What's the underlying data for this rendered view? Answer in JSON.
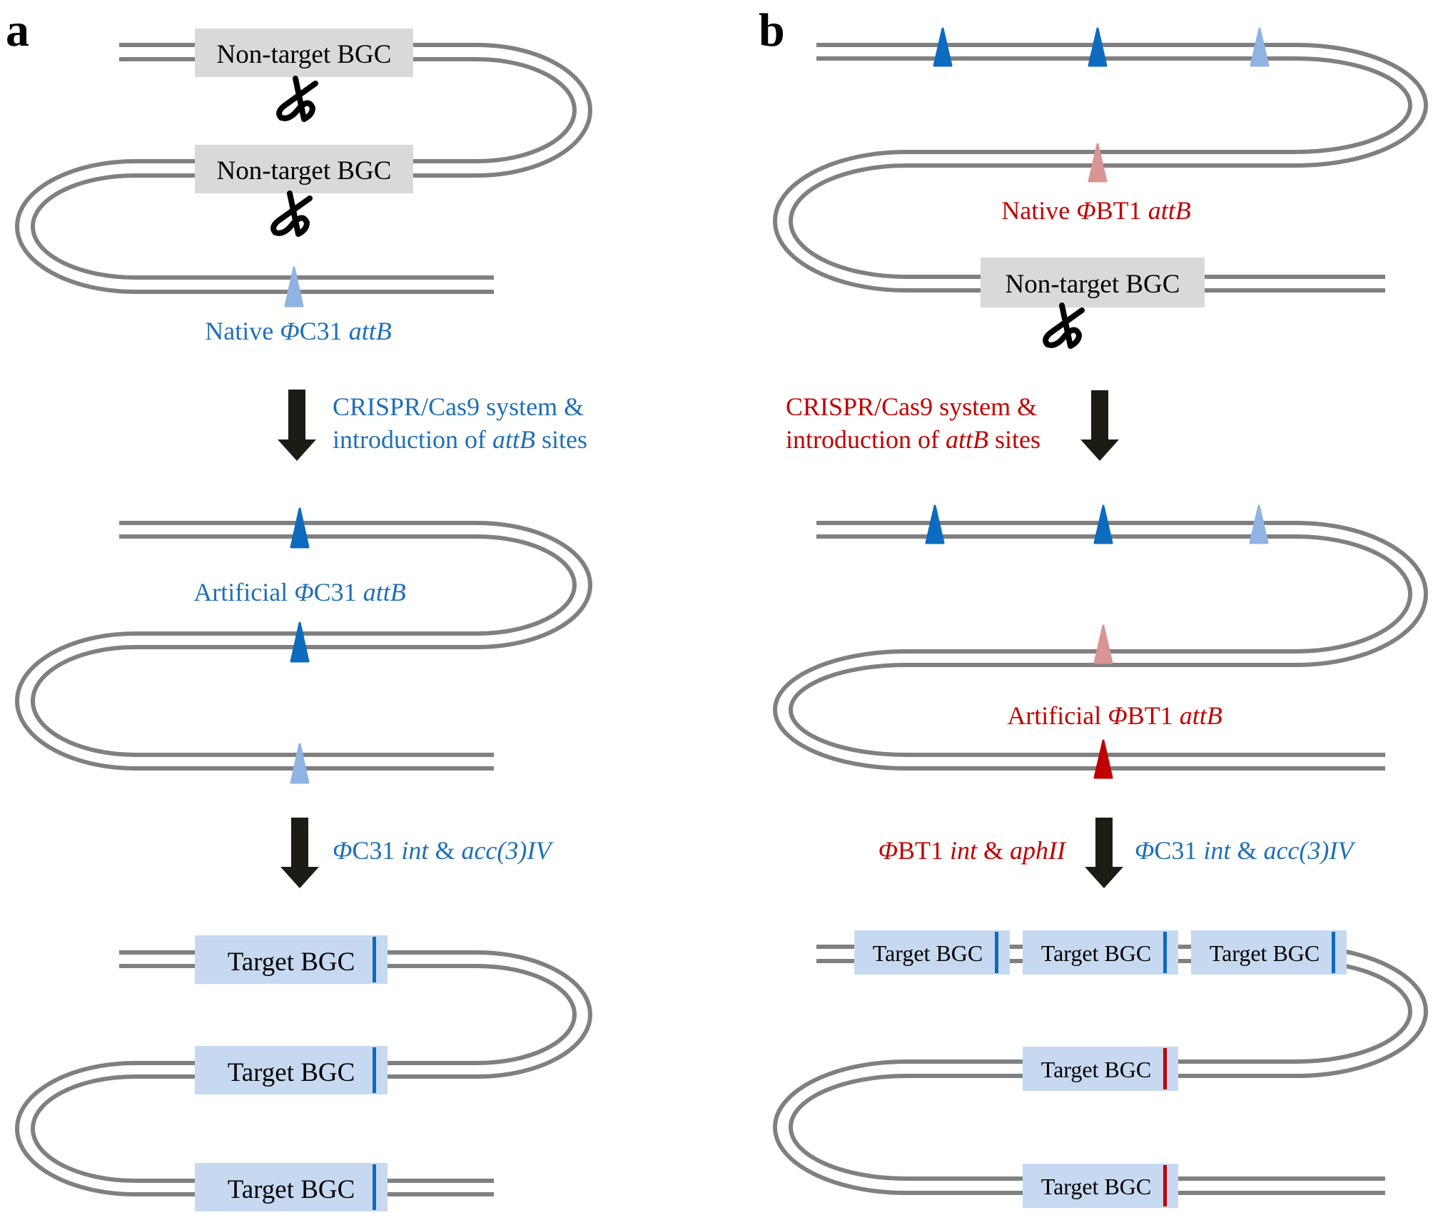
{
  "figure": {
    "panels": [
      {
        "letter": "a",
        "stage1": {
          "boxes": [
            "Non-target BGC",
            "Non-target BGC"
          ],
          "site_label": {
            "prefix": "Native ",
            "phi": "Φ",
            "phage": "C31 ",
            "site": "attB"
          }
        },
        "arrow1_note": {
          "line1": "CRISPR/Cas9 system &",
          "line2_prefix": "introduction of ",
          "line2_italic": "attB",
          "line2_suffix": " sites"
        },
        "stage2": {
          "site_label": {
            "prefix": "Artificial ",
            "phi": "Φ",
            "phage": "C31 ",
            "site": "attB"
          }
        },
        "arrow2_note": {
          "phi": "Φ",
          "phage": "C31 ",
          "gene1": "int",
          "amp": " & ",
          "gene2": "acc(3)IV"
        },
        "stage3": {
          "boxes": [
            "Target BGC",
            "Target BGC",
            "Target BGC"
          ]
        }
      },
      {
        "letter": "b",
        "stage1": {
          "boxes": [
            "Non-target BGC"
          ],
          "site_label": {
            "prefix": "Native ",
            "phi": "Φ",
            "phage": "BT1 ",
            "site": "attB"
          }
        },
        "arrow1_note": {
          "line1": "CRISPR/Cas9 system &",
          "line2_prefix": "introduction of ",
          "line2_italic": "attB",
          "line2_suffix": " sites"
        },
        "stage2": {
          "site_label": {
            "prefix": "Artificial ",
            "phi": "Φ",
            "phage": "BT1 ",
            "site": "attB"
          }
        },
        "arrow2_note_left": {
          "phi": "Φ",
          "phage": "BT1 ",
          "gene1": "int",
          "amp": " & ",
          "gene2": "aphII"
        },
        "arrow2_note_right": {
          "phi": "Φ",
          "phage": "C31 ",
          "gene1": "int",
          "amp": " & ",
          "gene2": "acc(3)IV"
        },
        "stage3": {
          "boxes": [
            "Target BGC",
            "Target BGC",
            "Target BGC",
            "Target BGC",
            "Target BGC"
          ]
        }
      }
    ],
    "colors": {
      "phiC31_text": "#1f6fb5",
      "phiBT1_text": "#c00000",
      "attB_artificial_phiC31": "#0c6bbf",
      "attB_native_phiC31": "#8fb4e3",
      "attB_native_phiBT1": "#d99594",
      "attB_artificial_phiBT1": "#c00000",
      "dna_line": "#808080",
      "non_target_box": "#d9d9d9",
      "target_box": "#c6d9f1",
      "arrow": "#1c1c14"
    }
  }
}
